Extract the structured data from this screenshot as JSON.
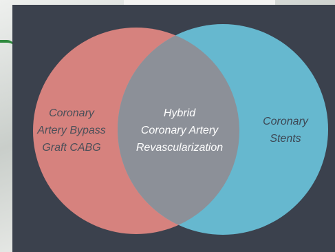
{
  "diagram": {
    "type": "venn",
    "colors": {
      "panel": "#3b414d",
      "left_circle": "#d6827e",
      "right_circle": "#66b8cf",
      "overlap": "#8c9098"
    },
    "left_set": {
      "label": "Coronary\nArtery Bypass\nGraft CABG"
    },
    "right_set": {
      "label": "Coronary\nStents"
    },
    "intersection": {
      "label": "Hybrid\nCoronary Artery\nRevascularization"
    }
  }
}
